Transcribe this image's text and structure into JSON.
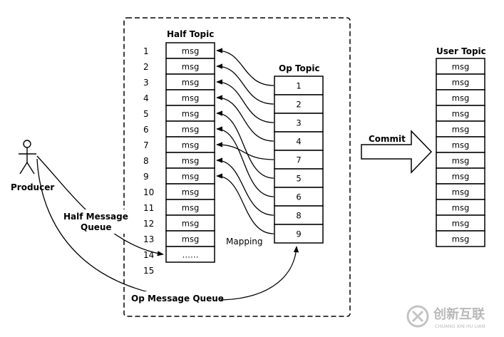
{
  "half_topic": {
    "title": "Half Topic",
    "row_numbers": [
      "1",
      "2",
      "3",
      "4",
      "5",
      "6",
      "7",
      "8",
      "9",
      "10",
      "11",
      "12",
      "13",
      "14",
      "15"
    ],
    "cells": [
      "msg",
      "msg",
      "msg",
      "msg",
      "msg",
      "msg",
      "msg",
      "msg",
      "msg",
      "msg",
      "msg",
      "msg",
      "msg",
      "……"
    ]
  },
  "op_topic": {
    "title": "Op Topic",
    "cells": [
      "1",
      "2",
      "3",
      "4",
      "7",
      "5",
      "6",
      "8",
      "9"
    ]
  },
  "user_topic": {
    "title": "User Topic",
    "cells": [
      "msg",
      "msg",
      "msg",
      "msg",
      "msg",
      "msg",
      "msg",
      "msg",
      "msg",
      "msg",
      "msg",
      "msg"
    ]
  },
  "producer": {
    "label": "Producer"
  },
  "half_message_queue": {
    "line1": "Half Message",
    "line2": "Queue"
  },
  "op_message_queue": {
    "label": "Op Message Queue"
  },
  "mapping": {
    "label": "Mapping"
  },
  "commit": {
    "label": "Commit"
  },
  "watermark": {
    "text": "创新互联",
    "subtext": "CHUANG XIN HU LIAN"
  },
  "mapping_links": [
    {
      "op_index": 0,
      "half_index": 0
    },
    {
      "op_index": 1,
      "half_index": 1
    },
    {
      "op_index": 2,
      "half_index": 2
    },
    {
      "op_index": 3,
      "half_index": 3
    },
    {
      "op_index": 4,
      "half_index": 6
    },
    {
      "op_index": 5,
      "half_index": 4
    },
    {
      "op_index": 6,
      "half_index": 5
    },
    {
      "op_index": 7,
      "half_index": 7
    },
    {
      "op_index": 8,
      "half_index": 8
    }
  ],
  "colors": {
    "stroke": "#000000",
    "watermark": "#b9b9b9"
  }
}
